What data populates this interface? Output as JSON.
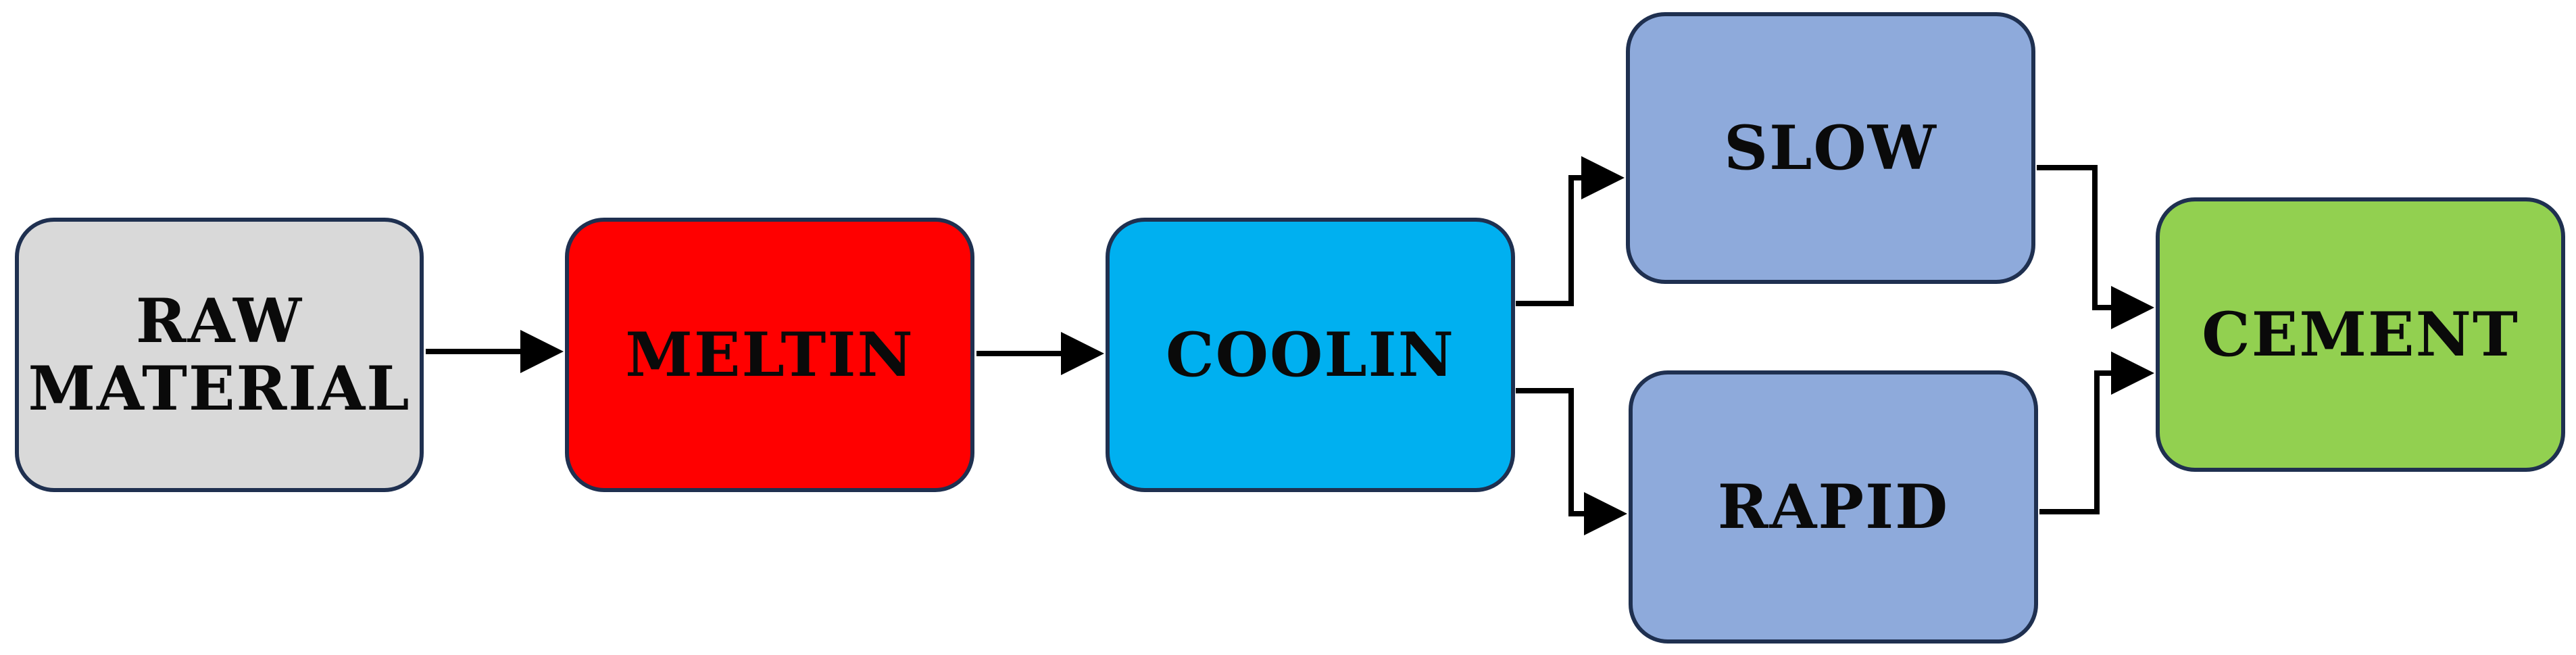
{
  "boxes": {
    "raw": {
      "label": "RAW\nMATERIAL",
      "color": "#d9d9d9"
    },
    "melt": {
      "label": "MELTIN",
      "color": "#ff0000"
    },
    "cool": {
      "label": "COOLIN",
      "color": "#00b0f0"
    },
    "slow": {
      "label": "SLOW",
      "color": "#8eaadb"
    },
    "rapid": {
      "label": "RAPID",
      "color": "#8eaadb"
    },
    "cement": {
      "label": "CEMENT",
      "color": "#92d050"
    }
  },
  "border_color": "#1f3050",
  "arrow_color": "#000000"
}
